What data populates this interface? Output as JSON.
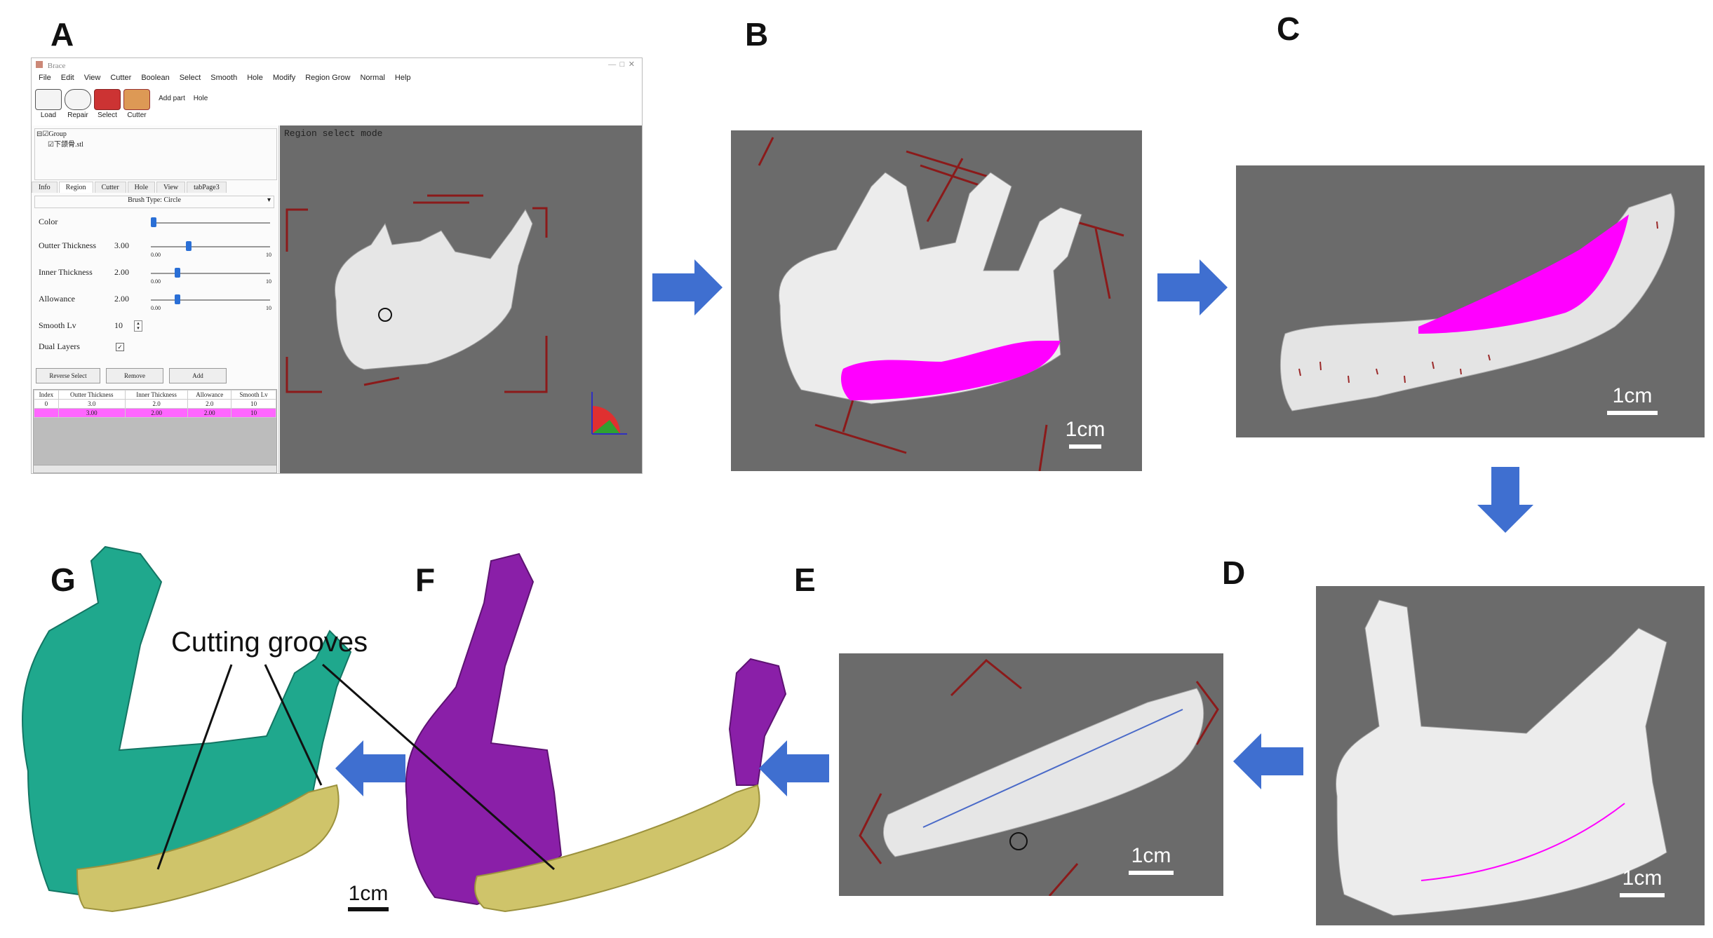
{
  "panels": {
    "A": "A",
    "B": "B",
    "C": "C",
    "D": "D",
    "E": "E",
    "F": "F",
    "G": "G"
  },
  "scale_label": "1cm",
  "annotation": "Cutting grooves",
  "software": {
    "title": "Brace",
    "menu": [
      "File",
      "Edit",
      "View",
      "Cutter",
      "Boolean",
      "Select",
      "Smooth",
      "Hole",
      "Modify",
      "Region Grow",
      "Normal",
      "Help"
    ],
    "tools": [
      "Load",
      "Repair",
      "Select",
      "Cutter",
      "Add part",
      "Hole"
    ],
    "tree": [
      "Group",
      "下颌骨.stl"
    ],
    "tabs": [
      "Info",
      "Region",
      "Cutter",
      "Hole",
      "View",
      "tabPage3"
    ],
    "brush_type": "Brush Type: Circle",
    "fields": {
      "color": "Color",
      "outer_label": "Outter Thickness",
      "outer_value": "3.00",
      "inner_label": "Inner Thickness",
      "inner_value": "2.00",
      "allowance_label": "Allowance",
      "allowance_value": "2.00",
      "smooth_label": "Smooth Lv",
      "smooth_value": "10",
      "dual_label": "Dual Layers"
    },
    "slider_min": "0.00",
    "slider_max": "10",
    "buttons": [
      "Reverse Select",
      "Remove",
      "Add"
    ],
    "table_headers": [
      "Index",
      "Outter Thickness",
      "Inner Thickness",
      "Allowance",
      "Smooth Lv"
    ],
    "table_rows": [
      [
        "0",
        "3.0",
        "2.0",
        "2.0",
        "10"
      ],
      [
        "",
        "3.00",
        "2.00",
        "2.00",
        "10"
      ]
    ],
    "viewport_mode": "Region select mode"
  },
  "colors": {
    "viewport_gray": "#6b6b6b",
    "selection_magenta": "#ff00ff",
    "arrow_blue": "#3f6fd0",
    "jaw_teal": "#1fa88d",
    "jaw_purple": "#8a1fa8",
    "guide_yellow": "#cfc46a",
    "frame_red": "#8b1a1a"
  }
}
